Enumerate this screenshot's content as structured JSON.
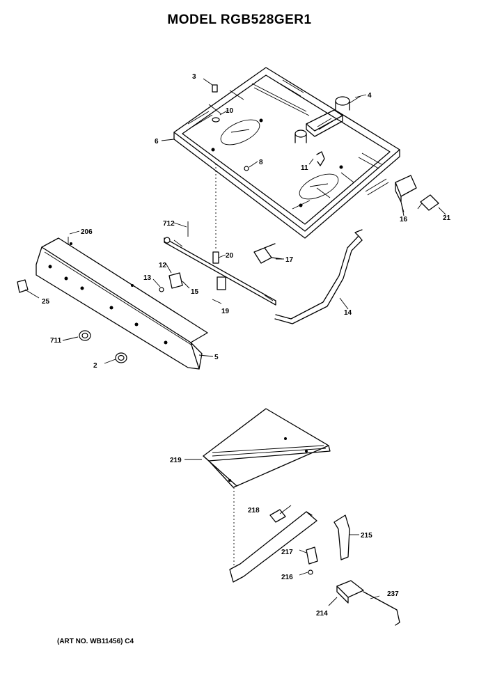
{
  "title": "MODEL RGB528GER1",
  "art_number": "(ART NO. WB11456) C4",
  "part_labels": {
    "p2": "2",
    "p3": "3",
    "p4": "4",
    "p5": "5",
    "p6": "6",
    "p8": "8",
    "p10": "10",
    "p11": "11",
    "p12": "12",
    "p13": "13",
    "p14": "14",
    "p15": "15",
    "p16": "16",
    "p17": "17",
    "p19": "19",
    "p20": "20",
    "p21": "21",
    "p25": "25",
    "p206": "206",
    "p214": "214",
    "p215": "215",
    "p216": "216",
    "p217": "217",
    "p218": "218",
    "p219": "219",
    "p237": "237",
    "p711": "711",
    "p712": "712"
  }
}
